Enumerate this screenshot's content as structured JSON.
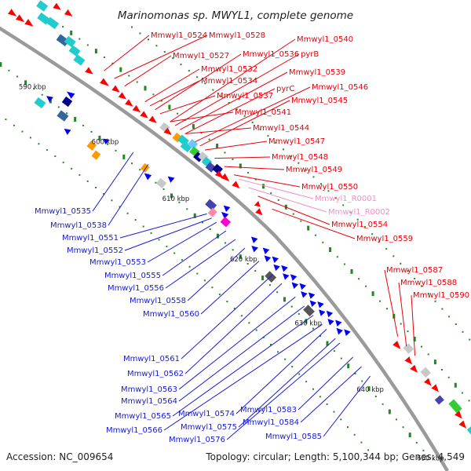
{
  "title": "Marinomonas sp. MWYL1, complete genome",
  "footer": {
    "accession": "Accession: NC_009654",
    "summary": "Topology: circular; Length: 5,100,344 bp; Genes: 4,549"
  },
  "colors": {
    "backbone": "#9a9a9a",
    "forward_label": "#e8000b",
    "reverse_label": "#1a1ad0",
    "rna_label": "#f090c8",
    "tick": "#1f8a1f"
  },
  "kbp_marks": [
    {
      "kbp": 590,
      "label": "590 kbp"
    },
    {
      "kbp": 600,
      "label": "600 kbp"
    },
    {
      "kbp": 610,
      "label": "610 kbp"
    },
    {
      "kbp": 620,
      "label": "620 kbp"
    },
    {
      "kbp": 630,
      "label": "630 kbp"
    },
    {
      "kbp": 640,
      "label": "640 kbp"
    },
    {
      "kbp": 650,
      "label": "650 kbp"
    }
  ],
  "forward_labels": [
    "Mmwyl1_0524",
    "Mmwyl1_0528",
    "Mmwyl1_0540",
    "Mmwyl1_0527",
    "Mmwyl1_0536",
    "pyrB",
    "Mmwyl1_0532",
    "Mmwyl1_0539",
    "Mmwyl1_0534",
    "Mmwyl1_0546",
    "pyrC",
    "Mmwyl1_0537",
    "Mmwyl1_0545",
    "Mmwyl1_0541",
    "Mmwyl1_0544",
    "Mmwyl1_0547",
    "Mmwyl1_0548",
    "Mmwyl1_0549",
    "Mmwyl1_0550",
    "Mmwyl1_0554",
    "Mmwyl1_0559",
    "Mmwyl1_0587",
    "Mmwyl1_0588",
    "Mmwyl1_0590"
  ],
  "rna_labels": [
    "Mmwyl1_R0001",
    "Mmwyl1_R0002"
  ],
  "reverse_labels": [
    "Mmwyl1_0535",
    "Mmwyl1_0538",
    "Mmwyl1_0551",
    "Mmwyl1_0552",
    "Mmwyl1_0553",
    "Mmwyl1_0555",
    "Mmwyl1_0556",
    "Mmwyl1_0558",
    "Mmwyl1_0560",
    "Mmwyl1_0561",
    "Mmwyl1_0562",
    "Mmwyl1_0563",
    "Mmwyl1_0564",
    "Mmwyl1_0565",
    "Mmwyl1_0574",
    "Mmwyl1_0566",
    "Mmwyl1_0575",
    "Mmwyl1_0576",
    "Mmwyl1_0583",
    "Mmwyl1_0584",
    "Mmwyl1_0585"
  ]
}
